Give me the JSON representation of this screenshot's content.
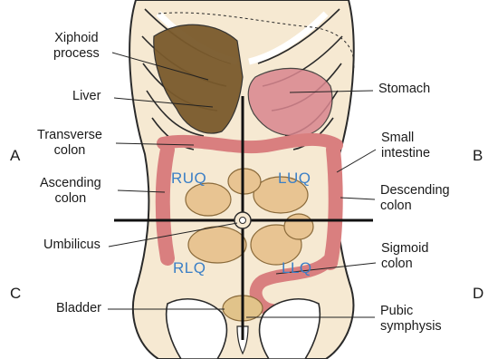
{
  "labels": {
    "xiphoid": "Xiphoid\nprocess",
    "liver": "Liver",
    "transverse": "Transverse\ncolon",
    "ascending": "Ascending\ncolon",
    "umbilicus": "Umbilicus",
    "bladder": "Bladder",
    "stomach": "Stomach",
    "small_intestine": "Small\nintestine",
    "descending": "Descending\ncolon",
    "sigmoid": "Sigmoid\ncolon",
    "pubic": "Pubic\nsymphysis"
  },
  "quadrants": {
    "ruq": "RUQ",
    "luq": "LUQ",
    "rlq": "RLQ",
    "llq": "LLQ"
  },
  "corners": {
    "a": "A",
    "b": "B",
    "c": "C",
    "d": "D"
  },
  "colors": {
    "skin": "#f6e9d2",
    "bone": "#ffffff",
    "liver": "#7a5a2c",
    "stomach": "#d9868f",
    "colon": "#d97f7f",
    "small_intestine": "#e8c492",
    "bladder": "#e1c38a",
    "quadrant_text": "#3b7fc6"
  }
}
